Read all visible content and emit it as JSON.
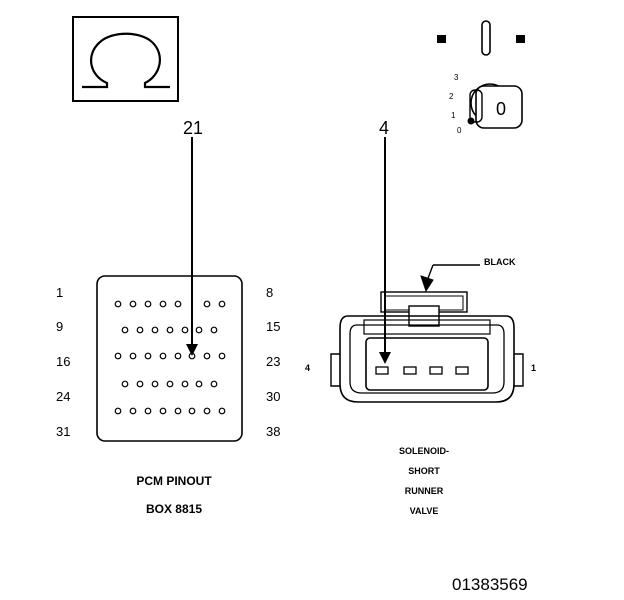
{
  "meter_symbol": {
    "icon": "ohm-icon",
    "glyph": "Ω"
  },
  "ignition": {
    "icon": "ignition-key-icon",
    "positions": [
      "3",
      "2",
      "1",
      "0"
    ],
    "key_label": "0"
  },
  "pcm": {
    "pin_callout": "21",
    "row_start_labels": [
      "1",
      "9",
      "16",
      "24",
      "31"
    ],
    "row_end_labels": [
      "8",
      "15",
      "23",
      "30",
      "38"
    ],
    "title_line1": "PCM PINOUT",
    "title_line2": "BOX 8815"
  },
  "solenoid": {
    "pin_callout": "4",
    "wire_color": "BLACK",
    "left_pin_label": "4",
    "right_pin_label": "1",
    "title_lines": [
      "SOLENOID-",
      "SHORT",
      "RUNNER",
      "VALVE"
    ]
  },
  "figure_id": "01383569"
}
